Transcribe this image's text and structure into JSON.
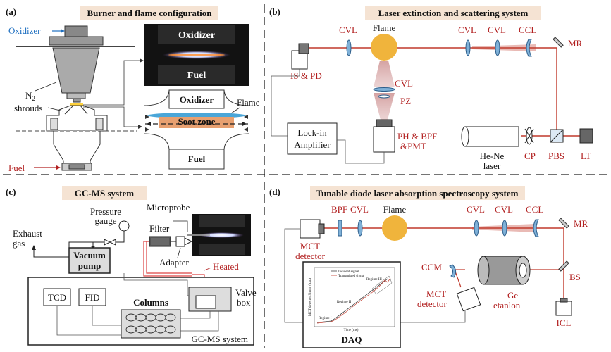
{
  "panels": {
    "a": {
      "letter": "(a)",
      "title": "Burner and flame configuration",
      "oxidizer": "Oxidizer",
      "n2": "N",
      "n2_sub": "2",
      "shrouds": "shrouds",
      "fuel": "Fuel",
      "photo_oxidizer": "Oxidizer",
      "photo_fuel": "Fuel",
      "zoom_oxidizer": "Oxidizer",
      "flame": "Flame",
      "soot_zone": "Soot zone",
      "zoom_fuel": "Fuel"
    },
    "b": {
      "letter": "(b)",
      "title": "Laser extinction and scattering system",
      "cvl1": "CVL",
      "flame": "Flame",
      "cvl2": "CVL",
      "cvl3": "CVL",
      "ccl": "CCL",
      "mr": "MR",
      "is_pd": "IS & PD",
      "cvl4": "CVL",
      "pz": "PZ",
      "lockin1": "Lock-in",
      "lockin2": "Amplifier",
      "ph_bpf": "PH & BPF",
      "pmt": "&PMT",
      "hene1": "He-Ne",
      "hene2": "laser",
      "cp": "CP",
      "pbs": "PBS",
      "lt": "LT"
    },
    "c": {
      "letter": "(c)",
      "title": "GC-MS system",
      "pressure1": "Pressure",
      "pressure2": "gauge",
      "microprobe": "Microprobe",
      "exhaust1": "Exhaust",
      "exhaust2": "gas",
      "vacuum1": "Vacuum",
      "vacuum2": "pump",
      "filter": "Filter",
      "adapter": "Adapter",
      "heated": "Heated",
      "valve1": "Valve",
      "valve2": "box",
      "tcd": "TCD",
      "fid": "FID",
      "columns": "Columns",
      "system": "GC-MS system"
    },
    "d": {
      "letter": "(d)",
      "title": "Tunable diode laser absorption spectroscopy system",
      "bpf": "BPF",
      "cvl1": "CVL",
      "flame": "Flame",
      "cvl2": "CVL",
      "cvl3": "CVL",
      "ccl": "CCL",
      "mr": "MR",
      "mct1a": "MCT",
      "mct1b": "detector",
      "ccm": "CCM",
      "bs": "BS",
      "mct2a": "MCT",
      "mct2b": "detector",
      "ge1": "Ge",
      "ge2": "etanlon",
      "icl": "ICL",
      "daq": "DAQ",
      "inset_legend1": "Incident signal",
      "inset_legend2": "Transmitted signal",
      "inset_ylabel": "MCT detector Signal (a.u.)",
      "inset_xlabel": "Time (ms)",
      "inset_regime1": "Regime I",
      "inset_regime2": "Regime II",
      "inset_regime3": "Regime III"
    }
  },
  "colors": {
    "laser": "#c0392b",
    "red_text": "#b22020",
    "blue_text": "#1e6fc0",
    "title_bg": "#f5e3d3",
    "flame_orange": "#f0b43c",
    "soot": "#e8a070",
    "lens_blue": "#7fb1d8"
  }
}
